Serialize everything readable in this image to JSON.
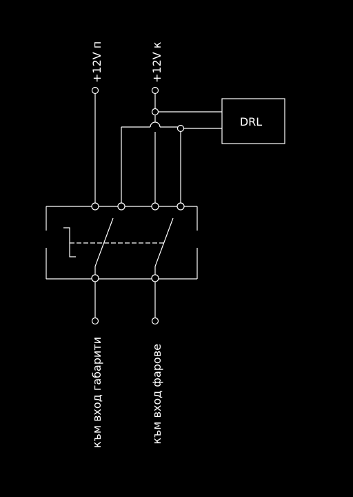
{
  "labels": {
    "supply_p": "+12V п",
    "supply_k": "+12V к",
    "drl": "DRL",
    "out_gabariti": "към вход габарити",
    "out_farove": "към вход фарове"
  }
}
